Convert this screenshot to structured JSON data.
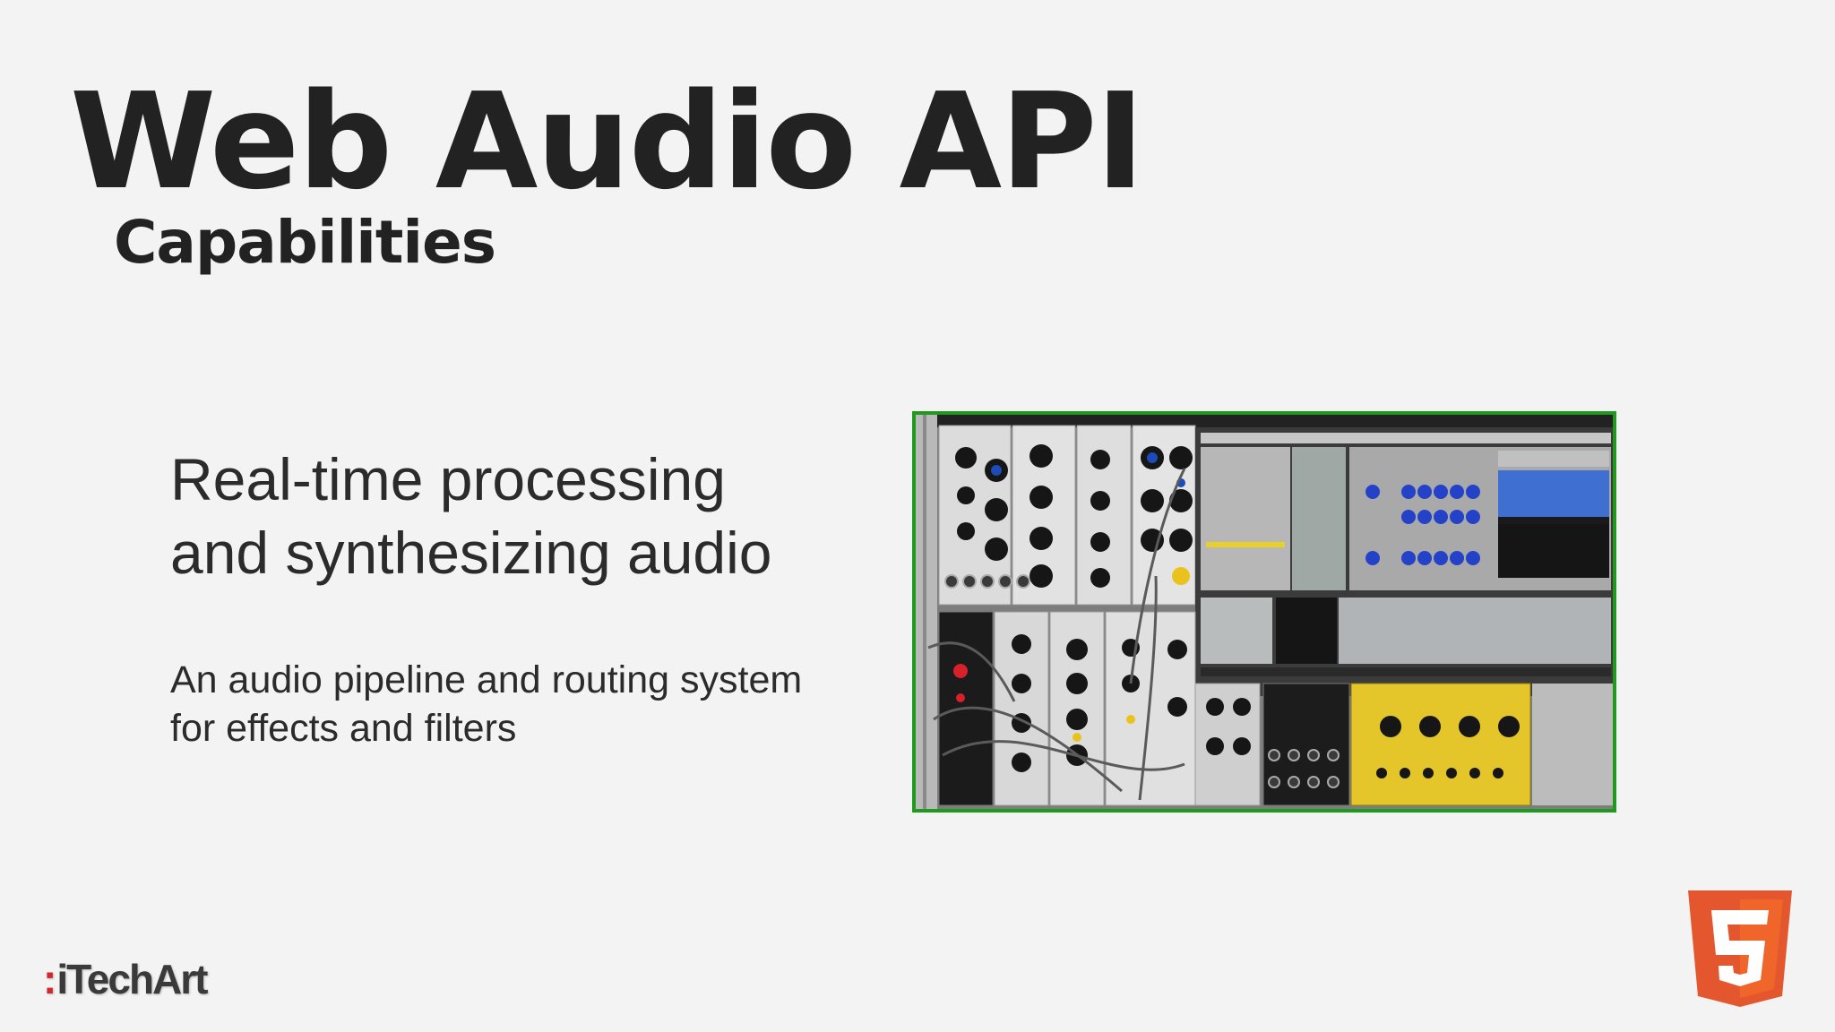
{
  "slide": {
    "title": "Web Audio API",
    "subtitle": "Capabilities",
    "main_point": {
      "line1": "Real-time processing",
      "line2": "and synthesizing audio"
    },
    "secondary_point": {
      "line1": "An audio pipeline and routing system",
      "line2": "for effects and filters"
    }
  },
  "image": {
    "subject": "modular-synthesizer-photo",
    "frame_color": "#1f9a1f"
  },
  "branding": {
    "company_mark": ":",
    "company_name": "iTechArt",
    "accent_color": "#d2282e",
    "badge_icon": "html5-shield-icon",
    "badge_color": "#e4572e"
  }
}
